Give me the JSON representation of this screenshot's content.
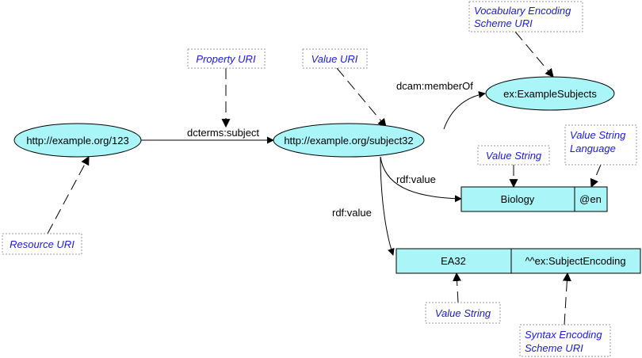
{
  "colors": {
    "node_fill": "#aaf5f8",
    "node_stroke": "#000000",
    "note_border": "#9a9a9a",
    "note_text": "#1a1adb",
    "edge": "#000000",
    "pointer": "#000000"
  },
  "nodes": {
    "resource": "http://example.org/123",
    "value": "http://example.org/subject32",
    "ves": "ex:ExampleSubjects"
  },
  "literals": {
    "biology": {
      "value": "Biology",
      "lang": "@en"
    },
    "ea32": {
      "value": "EA32",
      "datatype": "^^ex:SubjectEncoding"
    }
  },
  "edges": {
    "subject": "dcterms:subject",
    "member_of": "dcam:memberOf",
    "value_biology": "rdf:value",
    "value_ea32": "rdf:value"
  },
  "notes": {
    "property_uri": "Property URI",
    "value_uri": "Value URI",
    "ves_uri_line1": "Vocabulary Encoding",
    "ves_uri_line2": "Scheme URI",
    "value_string_biology": "Value String",
    "value_string_lang_line1": "Value String",
    "value_string_lang_line2": "Language",
    "resource_uri": "Resource URI",
    "value_string_ea32": "Value String",
    "ses_uri_line1": "Syntax Encoding",
    "ses_uri_line2": "Scheme URI"
  }
}
